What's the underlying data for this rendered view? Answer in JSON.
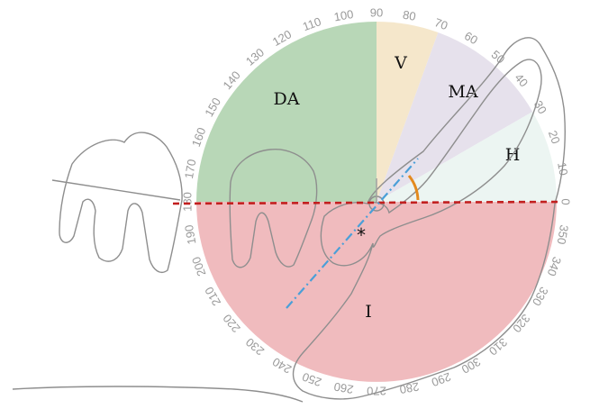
{
  "sectors": [
    {
      "id": "sector-distoangular",
      "label": "DA",
      "start_deg": 90,
      "end_deg": 180,
      "color": "#9cc79b",
      "opacity": 0.72
    },
    {
      "id": "sector-vertical",
      "label": "V",
      "start_deg": 70,
      "end_deg": 90,
      "color": "#f3e3c2",
      "opacity": 0.85
    },
    {
      "id": "sector-mesioangular",
      "label": "MA",
      "start_deg": 30,
      "end_deg": 70,
      "color": "#e3deea",
      "opacity": 0.9
    },
    {
      "id": "sector-horizontal",
      "label": "H",
      "start_deg": 0,
      "end_deg": 30,
      "color": "#eaf4f1",
      "opacity": 0.9
    },
    {
      "id": "sector-inverted",
      "label": "I",
      "start_deg": 180,
      "end_deg": 360,
      "color": "#eaa1a5",
      "opacity": 0.72
    }
  ],
  "degree_labels": [
    "0",
    "10",
    "20",
    "30",
    "40",
    "50",
    "60",
    "70",
    "80",
    "90",
    "100",
    "110",
    "120",
    "130",
    "140",
    "150",
    "160",
    "170",
    "180",
    "190",
    "200",
    "210",
    "220",
    "230",
    "240",
    "250",
    "260",
    "270",
    "280",
    "290",
    "300",
    "310",
    "320",
    "330",
    "340",
    "350"
  ],
  "asterisk": "*",
  "colors": {
    "occlusal_reference_line": "#c21f1f",
    "tooth_long_axis": "#4a9fd8",
    "angle_arc": "#e38a1e",
    "tooth_outline": "#8e8e8e"
  }
}
